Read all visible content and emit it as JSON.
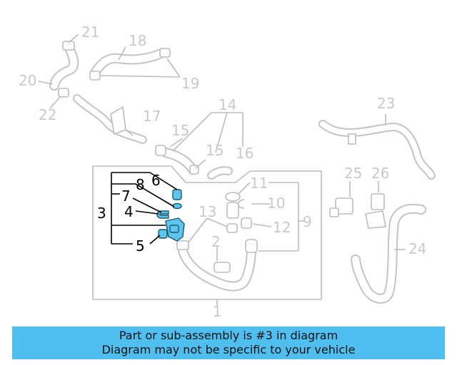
{
  "callouts": {
    "c1": "1",
    "c2": "2",
    "c3": "3",
    "c4": "4",
    "c5": "5",
    "c6": "6",
    "c7": "7",
    "c8": "8",
    "c9": "9",
    "c10": "10",
    "c11": "11",
    "c12": "12",
    "c13": "13",
    "c14": "14",
    "c15a": "15",
    "c15b": "15",
    "c16": "16",
    "c17": "17",
    "c18": "18",
    "c19": "19",
    "c20": "20",
    "c21": "21",
    "c22": "22",
    "c23": "23",
    "c24": "24",
    "c25": "25",
    "c26": "26"
  },
  "highlighted_part": "3",
  "colors": {
    "highlight": "#5cc6ec",
    "banner": "#4fbff0",
    "line_gray": "#bdbdbd",
    "active_label": "#000000"
  },
  "banner": {
    "line1": "Part or sub-assembly is #3 in diagram",
    "line2": "Diagram may not be specific to your vehicle"
  }
}
